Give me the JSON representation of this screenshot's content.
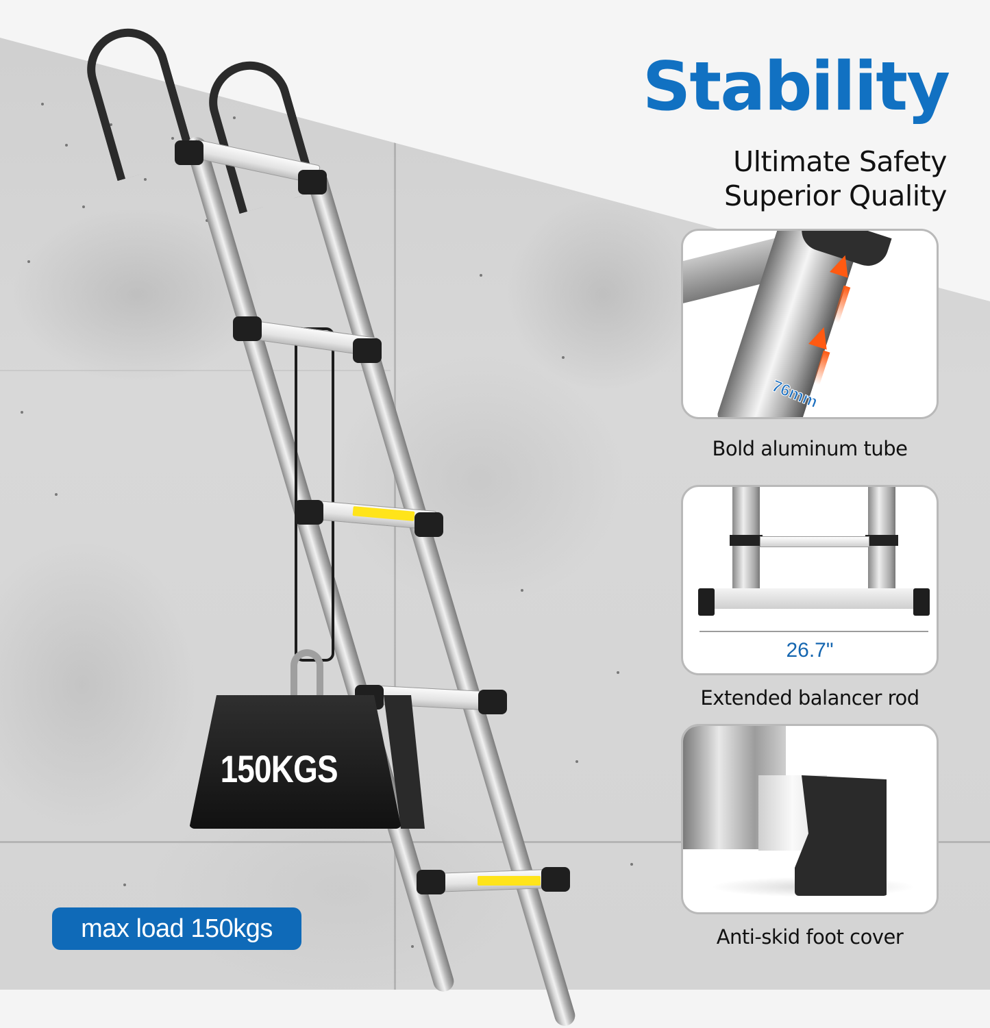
{
  "headline": {
    "title": "Stability",
    "subtitle_lines": [
      "Ultimate Safety",
      "Superior  Quality"
    ]
  },
  "hero": {
    "weight_label": "150KGS",
    "load_badge": "max load 150kgs"
  },
  "features": [
    {
      "caption": "Bold aluminum tube",
      "annotation": "76mm",
      "icon": "up-arrow-icon"
    },
    {
      "caption": "Extended balancer rod",
      "annotation": "26.7\""
    },
    {
      "caption": "Anti-skid foot cover"
    }
  ],
  "colors": {
    "accent_blue": "#1171c2",
    "badge_blue": "#0f6ab8",
    "arrow_orange": "#ff5a12",
    "warning_yellow": "#ffe41a"
  }
}
